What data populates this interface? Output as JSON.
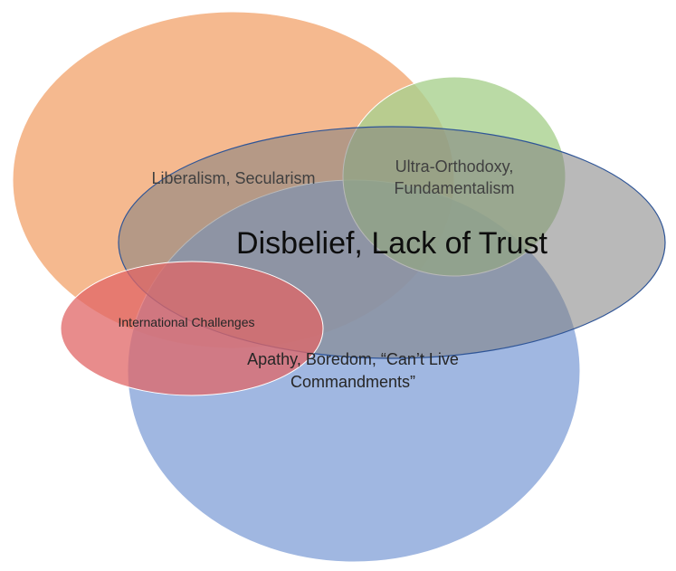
{
  "diagram": {
    "ellipses": [
      {
        "id": "liberalism",
        "label": "Liberalism, Secularism",
        "color": "#f4b183"
      },
      {
        "id": "apathy",
        "label_lines": [
          "Apathy, Boredom, “Can’t Live",
          "Commandments”"
        ],
        "color": "#8faadc"
      },
      {
        "id": "orthodoxy",
        "label_lines": [
          "Ultra-Orthodoxy,",
          "Fundamentalism"
        ],
        "color": "#a9d18e"
      },
      {
        "id": "disbelief",
        "label": "Disbelief, Lack of Trust",
        "color": "#7f7f7f",
        "stroke": "#2f5597"
      },
      {
        "id": "international",
        "label": "International Challenges",
        "color": "#e06666"
      }
    ]
  }
}
